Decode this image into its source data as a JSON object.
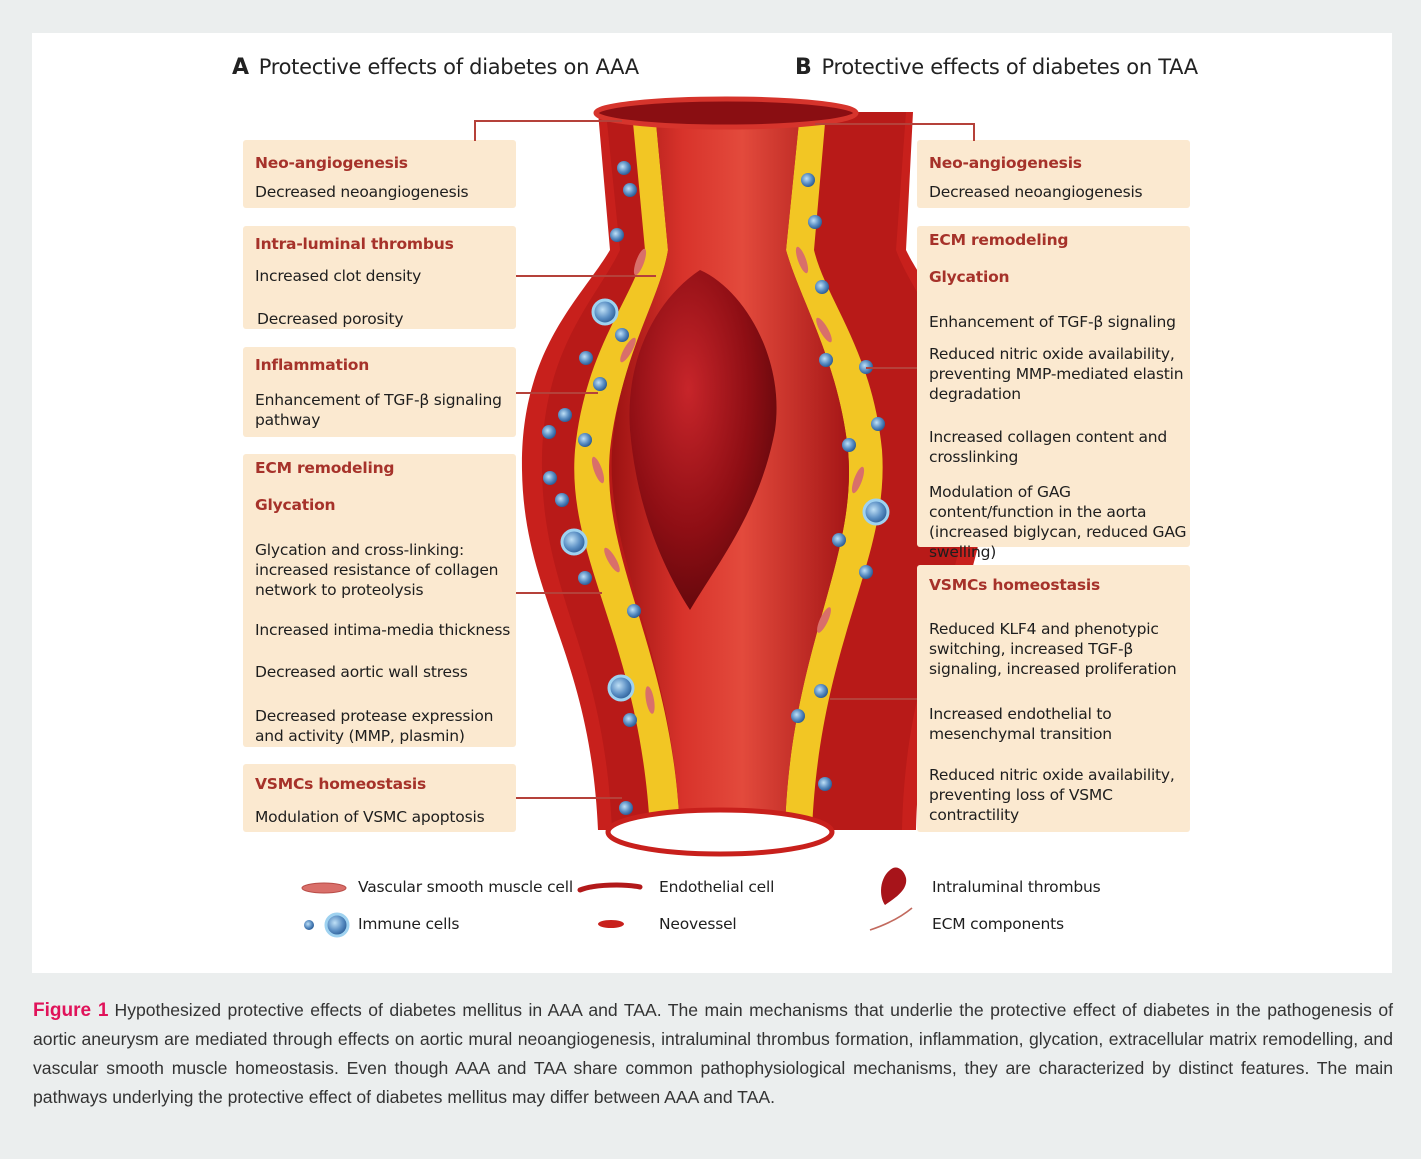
{
  "panel_a": {
    "letter": "A",
    "title": "Protective effects of diabetes on AAA",
    "boxes": [
      {
        "title": "Neo-angiogenesis",
        "items": [
          "Decreased neoangiogenesis"
        ]
      },
      {
        "title": "Intra-luminal thrombus",
        "items": [
          "Increased clot density",
          "Decreased porosity"
        ]
      },
      {
        "title": "Inflammation",
        "items": [
          "Enhancement of TGF-β signaling pathway"
        ]
      },
      {
        "title": "ECM remodeling",
        "subtitle": "Glycation",
        "items": [
          "Glycation and cross-linking: increased resistance of collagen network to proteolysis",
          "Increased intima-media thickness",
          "Decreased aortic wall stress",
          "Decreased protease expression and activity (MMP, plasmin)"
        ]
      },
      {
        "title": "VSMCs homeostasis",
        "items": [
          "Modulation of VSMC apoptosis"
        ]
      }
    ]
  },
  "panel_b": {
    "letter": "B",
    "title": "Protective effects of diabetes on TAA",
    "boxes": [
      {
        "title": "Neo-angiogenesis",
        "items": [
          "Decreased neoangiogenesis"
        ]
      },
      {
        "title": "ECM remodeling",
        "subtitle": "Glycation",
        "items": [
          "Enhancement of TGF-β signaling",
          "Reduced nitric oxide availability, preventing MMP-mediated elastin degradation",
          "Increased collagen content and crosslinking",
          "Modulation of GAG content/function in the aorta (increased biglycan, reduced GAG swelling)"
        ]
      },
      {
        "title": "VSMCs homeostasis",
        "items": [
          "Reduced KLF4 and phenotypic switching, increased TGF-β signaling, increased proliferation",
          "Increased endothelial to mesenchymal transition",
          "Reduced nitric oxide availability, preventing loss of VSMC contractility"
        ]
      }
    ]
  },
  "legend": {
    "vsmc": "Vascular smooth muscle cell",
    "endothelial": "Endothelial cell",
    "thrombus": "Intraluminal thrombus",
    "immune": "Immune cells",
    "neovessel": "Neovessel",
    "ecm": "ECM components"
  },
  "caption": {
    "label": "Figure 1",
    "text": "Hypothesized protective effects of diabetes mellitus in AAA and TAA. The main mechanisms that underlie the protective effect of diabetes in the pathogenesis of aortic aneurysm are mediated through effects on aortic mural neoangiogenesis, intraluminal thrombus formation, inflammation, glycation, extracellular matrix remodelling, and vascular smooth muscle homeostasis. Even though AAA and TAA share common pathophysiological mechanisms, they are characterized by distinct features. The main pathways underlying the protective effect of diabetes mellitus may differ between AAA and TAA."
  },
  "colors": {
    "box_bg": "#fbe9d0",
    "title_red": "#a6322a",
    "connector": "#b5413a",
    "caption_label": "#e0135a",
    "vessel_red": "#d72a24",
    "vessel_yellow": "#f2c624",
    "immune_blue": "#5a8fc4"
  }
}
